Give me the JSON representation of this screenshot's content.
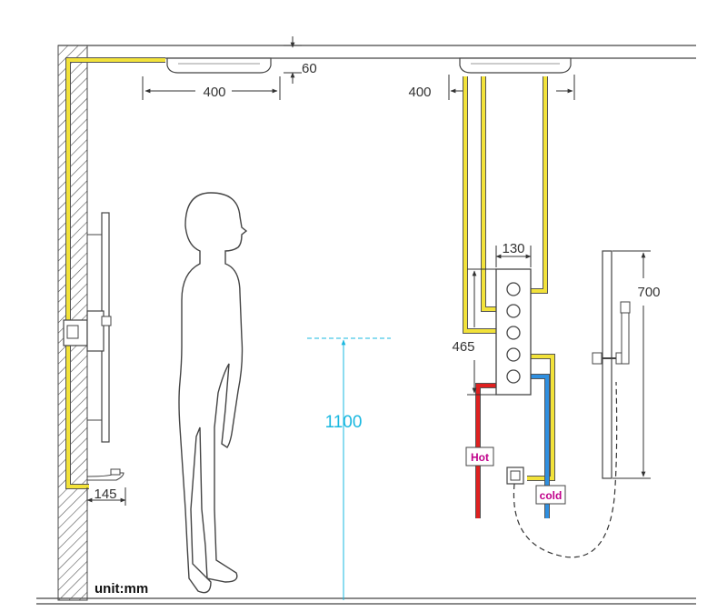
{
  "labels": {
    "ceiling_gap": "60",
    "side_head_width": "400",
    "front_head_width": "400",
    "side_tray_depth": "145",
    "panel_width": "130",
    "panel_to_head": "465",
    "rail_length": "700",
    "install_height": "1100",
    "hot": "Hot",
    "cold": "cold",
    "unit": "unit:mm"
  },
  "colors": {
    "pipe_yellow": "#f2e23a",
    "hot_red": "#e02020",
    "cold_blue": "#2f8fe0",
    "dim_cyan": "#1ab8e0",
    "hot_tag": "#c0008a",
    "cold_tag": "#c0008a"
  }
}
